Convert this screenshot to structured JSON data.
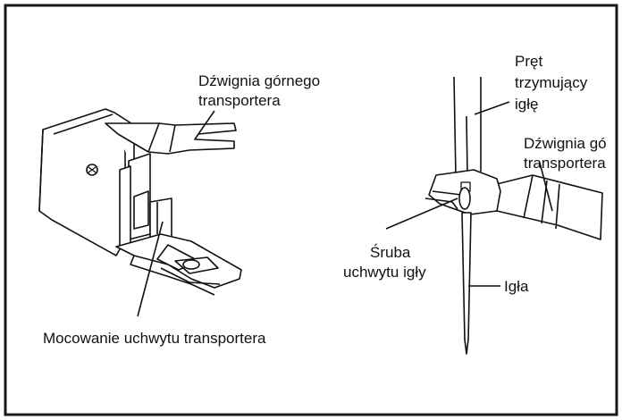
{
  "labels": {
    "upper_lever": [
      "Dźwignia górnego",
      "transportera"
    ],
    "mount": "Mocowanie uchwytu transportera",
    "needle_bar": [
      "Pręt",
      "trzymujący",
      "igłę"
    ],
    "upper_lever_right": [
      "Dźwignia gó",
      "transportera"
    ],
    "needle_screw": [
      "Śruba",
      "uchwytu igły"
    ],
    "needle": "Igła"
  },
  "colors": {
    "ink": "#111111",
    "frame": "#1a1a1a",
    "background": "#ffffff"
  }
}
